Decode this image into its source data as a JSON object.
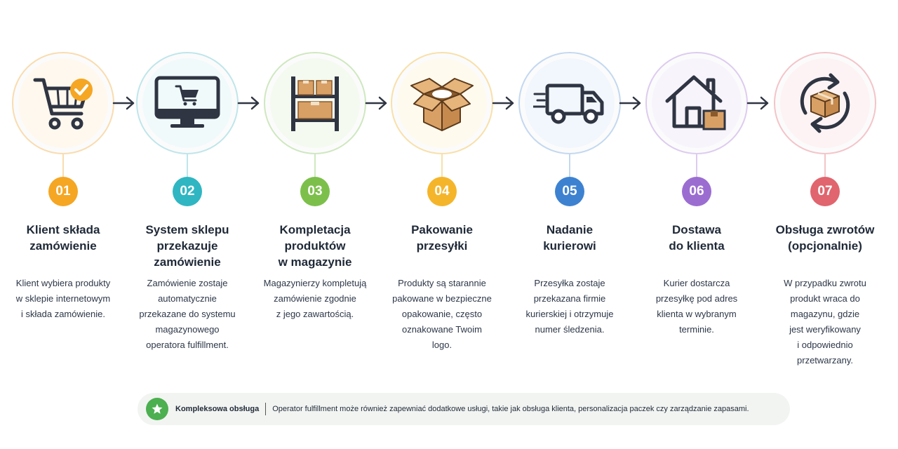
{
  "steps": [
    {
      "num": "01",
      "title": "Klient składa\nzamówienie",
      "desc": "Klient wybiera produkty\nw sklepie internetowym\ni składa zamówienie.",
      "color": "#f5a623",
      "icon": "cart-check-icon"
    },
    {
      "num": "02",
      "title": "System sklepu\nprzekazuje\nzamówienie",
      "desc": "Zamówienie zostaje\nautomatycznie\nprzekazane do systemu\nmagazynowego\noperatora fulfillment.",
      "color": "#2fb6c2",
      "icon": "monitor-cart-icon"
    },
    {
      "num": "03",
      "title": "Kompletacja\nproduktów\nw magazynie",
      "desc": "Magazynierzy kompletują\nzamówienie zgodnie\nz jego zawartością.",
      "color": "#7cc04b",
      "icon": "warehouse-shelf-icon"
    },
    {
      "num": "04",
      "title": "Pakowanie\nprzesyłki",
      "desc": "Produkty są starannie\npakowane w bezpieczne\nopakowanie, często\noznakowane Twoim\nlogo.",
      "color": "#f5b52a",
      "icon": "open-box-icon"
    },
    {
      "num": "05",
      "title": "Nadanie\nkurierowi",
      "desc": "Przesyłka zostaje\nprzekazana firmie\nkurierskiej i otrzymuje\nnumer śledzenia.",
      "color": "#3d82d1",
      "icon": "delivery-truck-icon"
    },
    {
      "num": "06",
      "title": "Dostawa\ndo klienta",
      "desc": "Kurier dostarcza\nprzesyłkę pod adres\nklienta w wybranym\nterminie.",
      "color": "#9b6dd1",
      "icon": "house-package-icon"
    },
    {
      "num": "07",
      "title": "Obsługa zwrotów\n(opcjonalnie)",
      "desc": "W przypadku zwrotu\nprodukt wraca do\nmagazynu, gdzie\njest weryfikowany\ni odpowiednio\nprzetwarzany.",
      "color": "#e0656e",
      "icon": "return-box-icon"
    }
  ],
  "note": {
    "title": "Kompleksowa obsługa",
    "text": "Operator fulfillment może również zapewniać dodatkowe usługi, takie jak obsługa klienta, personalizacja paczek czy zarządzanie zapasami.",
    "icon": "star-icon",
    "color": "#4caf50"
  }
}
